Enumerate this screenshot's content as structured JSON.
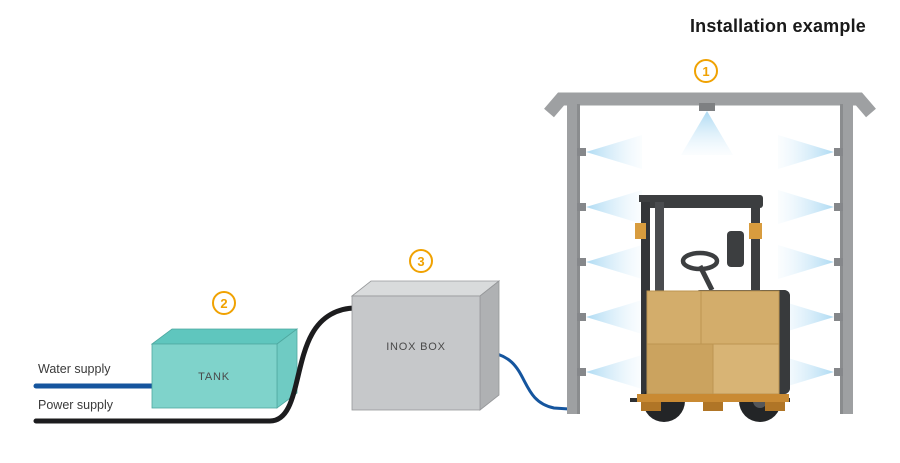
{
  "title": "Installation example",
  "badges": {
    "spray_arch": "1",
    "tank": "2",
    "inox_box": "3"
  },
  "labels": {
    "water_supply": "Water supply",
    "power_supply": "Power supply",
    "tank": "TANK",
    "inox_box": "INOX BOX"
  },
  "colors": {
    "badge_orange": "#F0A202",
    "tank_front": "#7FD3CB",
    "tank_top": "#5FC6BE",
    "tank_side": "#6FCBC3",
    "inox_front": "#C6C8CA",
    "inox_top": "#D9DBDC",
    "inox_side": "#AFB1B3",
    "water_blue": "#15559E",
    "power_black": "#1C1C1E",
    "frame_gray": "#9EA0A2",
    "spray_blue": "#A9D8F2",
    "box_tan": "#D3AD6B"
  }
}
